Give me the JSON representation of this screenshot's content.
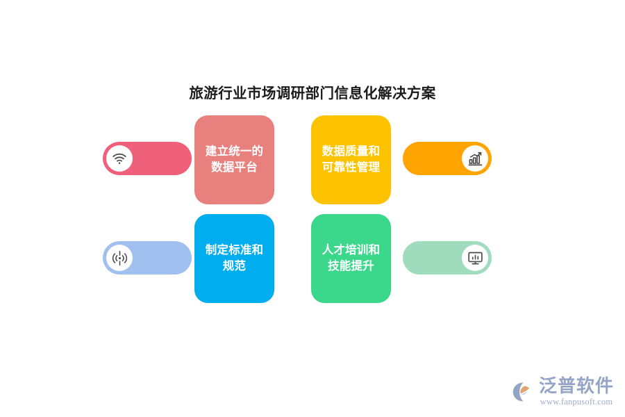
{
  "page": {
    "title": "旅游行业市场调研部门信息化解决方案",
    "background_color": "#FFFFFF"
  },
  "infographic": {
    "layout": "2x2 cards with side pill bars",
    "cards": [
      {
        "id": "card-1",
        "position": "top-left",
        "label_line1": "建立统一的",
        "label_line2": "数据平台",
        "card_color": "#E8807E",
        "pill_color": "#EF607A",
        "pill_side": "left",
        "icon": "wifi-icon"
      },
      {
        "id": "card-2",
        "position": "top-right",
        "label_line1": "数据质量和",
        "label_line2": "可靠性管理",
        "card_color": "#FDC300",
        "pill_color": "#FFA400",
        "pill_side": "right",
        "icon": "bar-chart-growth-icon"
      },
      {
        "id": "card-3",
        "position": "bottom-left",
        "label_line1": "制定标准和",
        "label_line2": "规范",
        "card_color": "#00ADEE",
        "pill_color": "#A0C1EF",
        "pill_side": "left",
        "icon": "broadcast-signal-icon"
      },
      {
        "id": "card-4",
        "position": "bottom-right",
        "label_line1": "人才培训和",
        "label_line2": "技能提升",
        "card_color": "#3BD88C",
        "pill_color": "#9EDCBD",
        "pill_side": "right",
        "icon": "monitor-chart-icon"
      }
    ]
  },
  "brand": {
    "name": "泛普软件",
    "url": "www.fanpusoft.com",
    "text_color": "#8FA0C4",
    "accent_color": "#E0A06A"
  }
}
